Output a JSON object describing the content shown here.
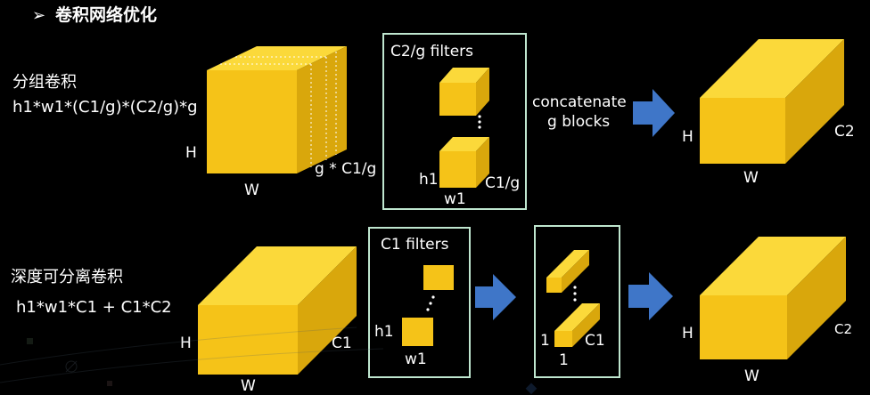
{
  "title": "卷积网络优化",
  "title_marker": "➢",
  "colors": {
    "background": "#000000",
    "cube_front": "#F5C318",
    "cube_top": "#FBD93A",
    "cube_side": "#D9A70C",
    "box_border": "#BFE6CF",
    "arrow": "#3F76C8",
    "text": "#FFFFFF"
  },
  "group_conv": {
    "label": "分组卷积",
    "formula": "h1*w1*(C1/g)*(C2/g)*g",
    "input": {
      "h": "H",
      "w": "W",
      "c": "g * C1/g"
    },
    "filters_title": "C2/g filters",
    "filter_dims": {
      "h": "h1",
      "w": "w1",
      "c": "C1/g"
    },
    "concat_line1": "concatenate",
    "concat_line2": "g blocks",
    "output": {
      "h": "H",
      "w": "W",
      "c": "C2"
    }
  },
  "depthwise_conv": {
    "label": "深度可分离卷积",
    "formula": "h1*w1*C1 + C1*C2",
    "input": {
      "h": "H",
      "w": "W",
      "c": "C1"
    },
    "filters_title": "C1 filters",
    "filter_dims": {
      "h": "h1",
      "w": "w1"
    },
    "pointwise_dims": {
      "h": "1",
      "w": "1",
      "c": "C1"
    },
    "output": {
      "h": "H",
      "w": "W",
      "c": "C2"
    }
  }
}
